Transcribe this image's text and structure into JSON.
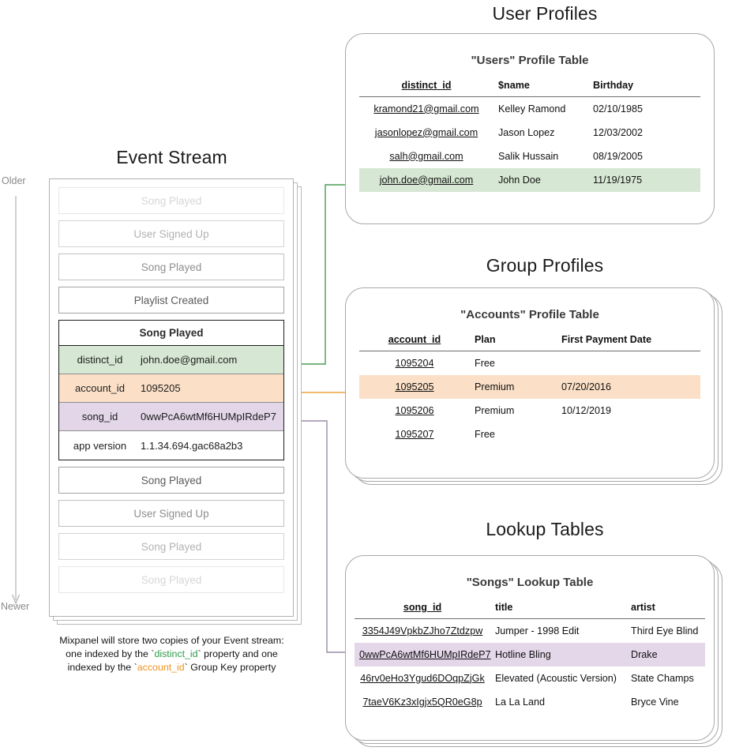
{
  "sections": {
    "event_stream_title": "Event Stream",
    "user_profiles_title": "User Profiles",
    "group_profiles_title": "Group Profiles",
    "lookup_tables_title": "Lookup Tables"
  },
  "axis": {
    "older_label": "Older",
    "newer_label": "Newer"
  },
  "event_stream": {
    "events_before": [
      {
        "label": "Song Played",
        "fade": "f1"
      },
      {
        "label": "User Signed Up",
        "fade": "f2"
      },
      {
        "label": "Song Played",
        "fade": "f3"
      },
      {
        "label": "Playlist Created",
        "fade": "f4"
      }
    ],
    "expanded_event": {
      "name": "Song Played",
      "properties": [
        {
          "key": "distinct_id",
          "value": "john.doe@gmail.com",
          "color": "green"
        },
        {
          "key": "account_id",
          "value": "1095205",
          "color": "orange"
        },
        {
          "key": "song_id",
          "value": "0wwPcA6wtMf6HUMpIRdeP7",
          "color": "purple"
        },
        {
          "key": "app version",
          "value": "1.1.34.694.gac68a2b3",
          "color": "plain"
        }
      ]
    },
    "events_after": [
      {
        "label": "Song Played",
        "fade": "f4"
      },
      {
        "label": "User Signed Up",
        "fade": "f3"
      },
      {
        "label": "Song Played",
        "fade": "f2"
      },
      {
        "label": "Song Played",
        "fade": "f1"
      }
    ]
  },
  "caption": {
    "line1": "Mixpanel will store two copies of your Event stream:",
    "line2_pre": "one indexed by the `",
    "line2_token": "distinct_id",
    "line2_post": "` property and one",
    "line3_pre": "indexed by the `",
    "line3_token": "account_id",
    "line3_post": "` Group Key property"
  },
  "users_table": {
    "title": "\"Users\" Profile Table",
    "columns": [
      "distinct_id",
      "$name",
      "Birthday"
    ],
    "rows": [
      {
        "distinct_id": "kramond21@gmail.com",
        "name": "Kelley Ramond",
        "birthday": "02/10/1985",
        "highlight": ""
      },
      {
        "distinct_id": "jasonlopez@gmail.com",
        "name": "Jason Lopez",
        "birthday": "12/03/2002",
        "highlight": ""
      },
      {
        "distinct_id": "salh@gmail.com",
        "name": "Salik Hussain",
        "birthday": "08/19/2005",
        "highlight": ""
      },
      {
        "distinct_id": "john.doe@gmail.com",
        "name": "John Doe",
        "birthday": "11/19/1975",
        "highlight": "hl-green"
      }
    ]
  },
  "accounts_table": {
    "title": "\"Accounts\" Profile Table",
    "columns": [
      "account_id",
      "Plan",
      "First Payment Date"
    ],
    "rows": [
      {
        "account_id": "1095204",
        "plan": "Free",
        "first_payment": "",
        "highlight": ""
      },
      {
        "account_id": "1095205",
        "plan": "Premium",
        "first_payment": "07/20/2016",
        "highlight": "hl-orange"
      },
      {
        "account_id": "1095206",
        "plan": "Premium",
        "first_payment": "10/12/2019",
        "highlight": ""
      },
      {
        "account_id": "1095207",
        "plan": "Free",
        "first_payment": "",
        "highlight": ""
      }
    ]
  },
  "songs_table": {
    "title": "\"Songs\" Lookup Table",
    "columns": [
      "song_id",
      "title",
      "artist"
    ],
    "rows": [
      {
        "song_id": "3354J49VpkbZJho7Ztdzpw",
        "title": "Jumper - 1998 Edit",
        "artist": "Third Eye Blind",
        "highlight": ""
      },
      {
        "song_id": "0wwPcA6wtMf6HUMpIRdeP7",
        "title": "Hotline Bling",
        "artist": "Drake",
        "highlight": "hl-purple"
      },
      {
        "song_id": "46rv0eHo3Ygud6DOqpZjGk",
        "title": "Elevated (Acoustic Version)",
        "artist": "State Champs",
        "highlight": ""
      },
      {
        "song_id": "7taeV6Kz3xIgjx5QR0eG8p",
        "title": "La La Land",
        "artist": "Bryce Vine",
        "highlight": ""
      }
    ]
  },
  "colors": {
    "green_fill": "#d6e8d3",
    "orange_fill": "#fbe0c7",
    "purple_fill": "#e5d7ea",
    "green_line": "#4a9c55",
    "orange_line": "#e8a33d",
    "purple_line": "#9b8ba5",
    "card_border": "#a8a8a8"
  }
}
